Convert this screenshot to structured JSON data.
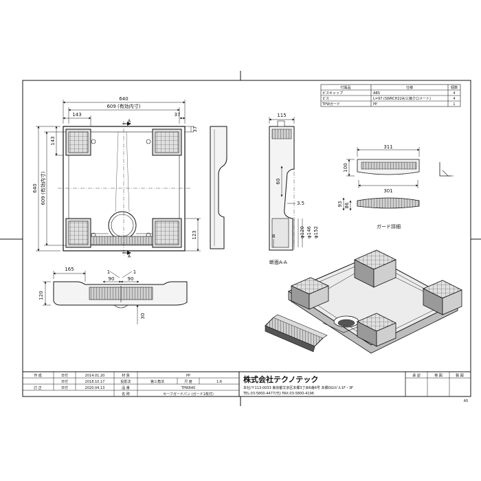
{
  "parts_table": {
    "headers": [
      "付属品",
      "仕様",
      "個数"
    ],
    "rows": [
      [
        "ビスキャップ",
        "ABS",
        "4"
      ],
      [
        "ビス",
        "L=97 (SWRCH22A/三価クロメート)",
        "4"
      ],
      [
        "TPWガード",
        "PP",
        "1"
      ]
    ]
  },
  "top_view": {
    "width_total": "640",
    "width_inner": "609 (有効内寸)",
    "left_pad": "143",
    "right_pad": "37",
    "right_pad_v": "37",
    "height_total": "640",
    "height_inner": "609 (有効内寸)",
    "top_pad": "143",
    "bottom_pad": "123",
    "section_mark_top": "A",
    "section_mark_bottom": "A"
  },
  "front_view": {
    "dim_165": "165",
    "dim_1a": "1",
    "dim_1b": "1",
    "dim_90a": "90",
    "dim_90b": "90",
    "dim_120": "120",
    "dim_30": "30"
  },
  "section_view": {
    "dim_115": "115",
    "dim_60": "60",
    "dim_35": "3.5",
    "dim_d120": "φ120",
    "dim_d146": "φ146",
    "dim_d152": "φ152",
    "dim_8": "8",
    "label": "断面A-A"
  },
  "guard_detail": {
    "dim_311": "311",
    "dim_301": "301",
    "dim_100": "100",
    "dim_93": "93",
    "dim_86": "86",
    "label": "ガード詳細"
  },
  "title_block": {
    "r1_role": "作 成",
    "r1_date_lbl": "日付",
    "r1_date": "2014.01.20",
    "r1_mat_lbl": "材 質",
    "r1_mat": "PP",
    "r2_date_lbl": "日付",
    "r2_date": "2018.10.17",
    "r2_proj_lbl": "投影法",
    "r2_proj": "第三角法",
    "r2_scale_lbl": "尺 度",
    "r2_scale": "1:6",
    "r3_role": "訂 正",
    "r3_date_lbl": "日付",
    "r3_date": "2020.04.13",
    "r3_part_lbl": "品 番",
    "r3_part": "TPW640",
    "r4_name_lbl": "名 称",
    "r4_name": "セーフガードパン (ガード1枚付)",
    "company": "株式会社テクノテック",
    "address": "本社/〒113-0033 東京都文京区本郷3丁目6番6号 本郷OGIビル1F・3F",
    "tel": "TEL:03-5800-4477(代) FAX:03-5800-4196",
    "approve": "承 認",
    "inspect": "検 図",
    "draw": "製 図",
    "sheet_no": "A5"
  },
  "colors": {
    "line": "#111111",
    "hatch": "#444444",
    "fill_light": "#e6e6e6",
    "fill_mid": "#bdbdbd",
    "fill_dark": "#555555"
  }
}
